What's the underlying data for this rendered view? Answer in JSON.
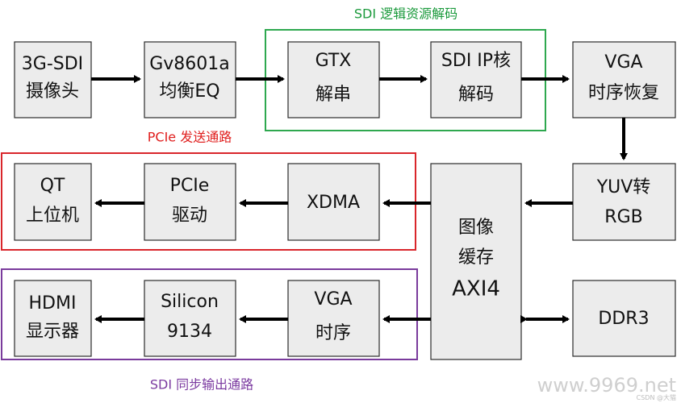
{
  "colors": {
    "box_fill": "#ececec",
    "box_stroke": "#2b2b2b",
    "arrow": "#000000",
    "group_green": "#2ea84f",
    "group_red": "#d9262b",
    "group_purple": "#7a3b9c",
    "label_green": "#1b9a3c",
    "label_red": "#e0201f",
    "label_purple": "#7b3aa0"
  },
  "groups": {
    "decode": "SDI 逻辑资源解码",
    "pcie": "PCIe 发送通路",
    "sync": "SDI 同步输出通路"
  },
  "blocks": {
    "camera": [
      "3G-SDI",
      "摄像头"
    ],
    "equalizer": [
      "Gv8601a",
      "均衡EQ"
    ],
    "gtx": [
      "GTX",
      "解串"
    ],
    "sdi_ip": [
      "SDI IP核",
      "解码"
    ],
    "vga_timing_recovery": [
      "VGA",
      "时序恢复"
    ],
    "yuv2rgb": [
      "YUV转",
      "RGB"
    ],
    "frame_buffer": [
      "图像",
      "缓存",
      "AXI4"
    ],
    "ddr3": [
      "DDR3"
    ],
    "xdma": [
      "XDMA"
    ],
    "pcie_driver": [
      "PCIe",
      "驱动"
    ],
    "qt_host": [
      "QT",
      "上位机"
    ],
    "vga_timing": [
      "VGA",
      "时序"
    ],
    "silicon": [
      "Silicon",
      "9134"
    ],
    "hdmi_display": [
      "HDMI",
      "显示器"
    ]
  },
  "watermark": {
    "main": "www.9969.net",
    "small": "CSDN @大猫"
  }
}
